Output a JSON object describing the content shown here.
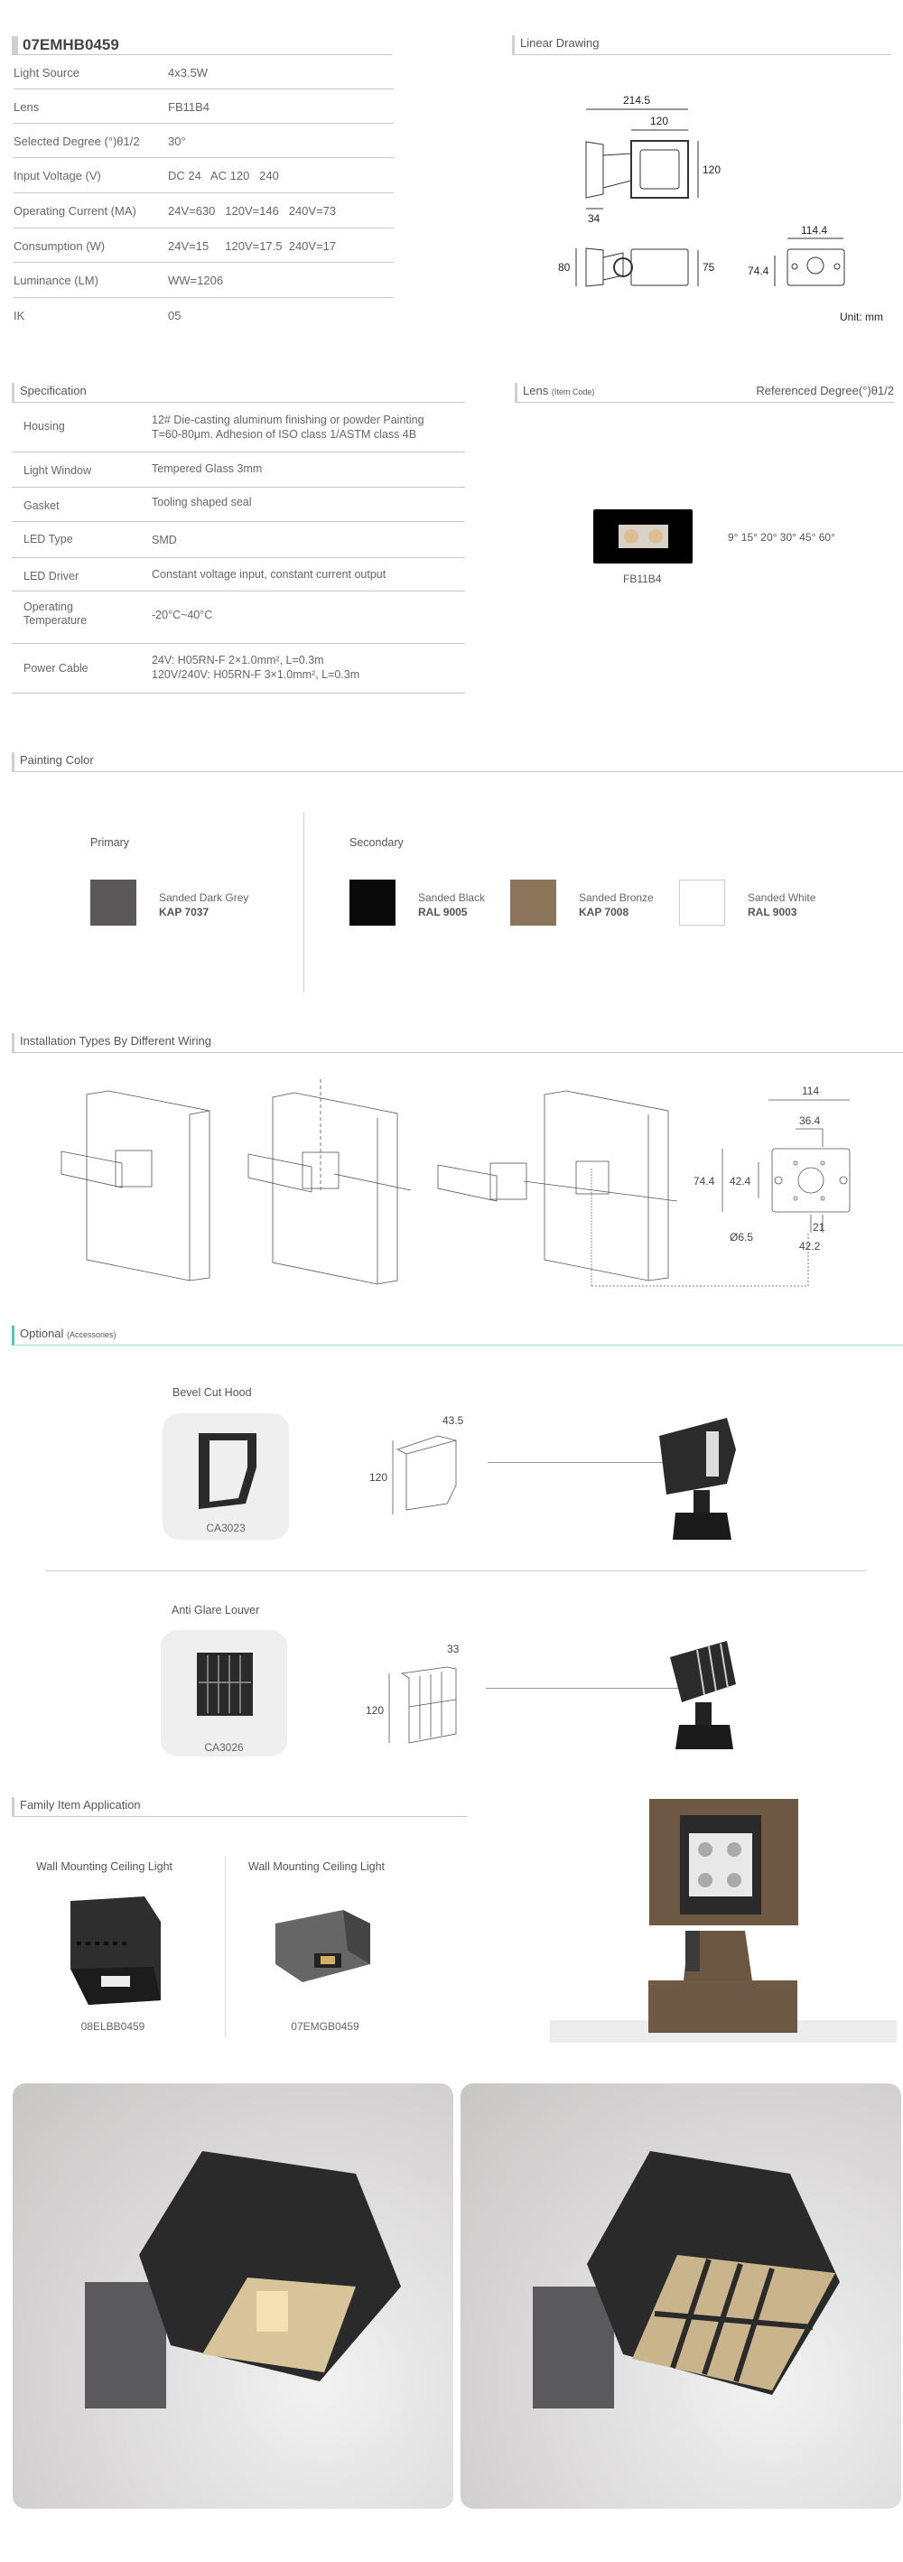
{
  "product": {
    "code": "07EMHB0459"
  },
  "specs_top": [
    {
      "label": "Light Source",
      "value": "4x3.5W"
    },
    {
      "label": "Lens",
      "value": "FB11B4"
    },
    {
      "label": "Selected Degree (°)θ1/2",
      "value": "30°"
    },
    {
      "label": "Input Voltage (V)",
      "value": "DC 24   AC 120   240"
    },
    {
      "label": "Operating Current (MA)",
      "value": "24V=630   120V=146   240V=73"
    },
    {
      "label": "Consumption (W)",
      "value": "24V=15     120V=17.5  240V=17"
    },
    {
      "label": "Luminance (LM)",
      "value": "WW=1206"
    },
    {
      "label": "IK",
      "value": "05"
    }
  ],
  "linear_drawing": {
    "title": "Linear Drawing",
    "dims": {
      "total_width": "214.5",
      "head_width": "120",
      "head_height": "120",
      "base_depth": "34",
      "base_height": "80",
      "body_height": "75",
      "plate_width": "114.4",
      "plate_height": "74.4"
    },
    "unit": "Unit: mm"
  },
  "specification": {
    "title": "Specification",
    "rows": [
      {
        "label": "Housing",
        "value": "12# Die-casting aluminum finishing or powder Painting",
        "value2": "T=60-80μm. Adhesion of ISO class 1/ASTM class 4B"
      },
      {
        "label": "Light Window",
        "value": "Tempered Glass 3mm"
      },
      {
        "label": "Gasket",
        "value": "Tooling shaped seal"
      },
      {
        "label": "LED Type",
        "value": "SMD"
      },
      {
        "label": "LED Driver",
        "value": "Constant voltage input, constant current output"
      },
      {
        "label": "Operating",
        "label2": "Temperature",
        "value": "-20°C~40°C"
      },
      {
        "label": "Power Cable",
        "value": "24V: H05RN-F 2×1.0mm², L=0.3m",
        "value2": "120V/240V: H05RN-F 3×1.0mm², L=0.3m"
      }
    ]
  },
  "lens": {
    "title": "Lens",
    "title_small": "(Item Code)",
    "ref_title": "Referenced Degree(°)θ1/2",
    "code": "FB11B4",
    "degrees": "9° 15° 20° 30° 45° 60°"
  },
  "painting": {
    "title": "Painting Color",
    "primary_label": "Primary",
    "secondary_label": "Secondary",
    "primary": {
      "name": "Sanded Dark Grey",
      "code": "KAP 7037",
      "color": "#5a5858"
    },
    "secondary": [
      {
        "name": "Sanded Black",
        "code": "RAL 9005",
        "color": "#0a0a0a"
      },
      {
        "name": "Sanded Bronze",
        "code": "KAP 7008",
        "color": "#8b755a"
      },
      {
        "name": "Sanded White",
        "code": "RAL 9003",
        "color": "#ffffff"
      }
    ]
  },
  "installation": {
    "title": "Installation Types By Different Wiring",
    "dims": {
      "w": "114",
      "a": "36.4",
      "h": "74.4",
      "b": "42.4",
      "hole": "Ø6.5",
      "c": "21",
      "d": "42.2"
    }
  },
  "optional": {
    "title": "Optional",
    "title_small": "(Accessories)",
    "accent": "#5bc2b5",
    "items": [
      {
        "name": "Bevel Cut Hood",
        "code": "CA3023",
        "depth": "43.5",
        "height": "120"
      },
      {
        "name": "Anti Glare Louver",
        "code": "CA3026",
        "depth": "33",
        "height": "120"
      }
    ]
  },
  "family": {
    "title": "Family Item Application",
    "items": [
      {
        "name": "Wall Mounting Ceiling Light",
        "code": "08ELBB0459"
      },
      {
        "name": "Wall Mounting Ceiling Light",
        "code": "07EMGB0459"
      }
    ]
  }
}
